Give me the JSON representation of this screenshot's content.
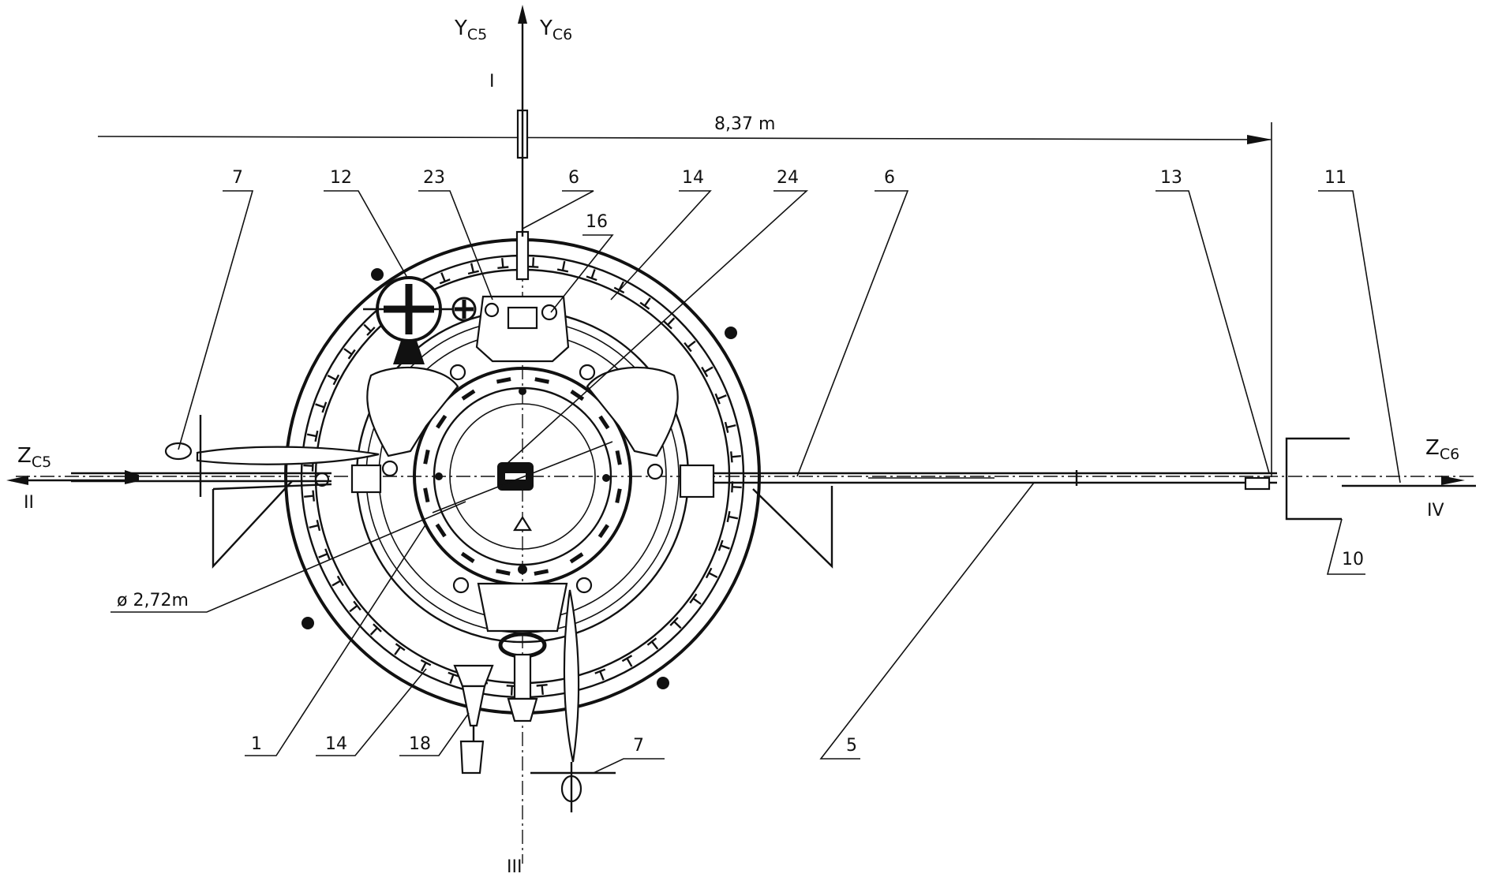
{
  "dimensions": {
    "span": "8,37 m",
    "diameter": "ø 2,72m"
  },
  "axes": {
    "y_c5": {
      "main": "Y",
      "sub": "C5"
    },
    "y_c6": {
      "main": "Y",
      "sub": "C6"
    },
    "z_c5": {
      "main": "Z",
      "sub": "C5"
    },
    "z_c6": {
      "main": "Z",
      "sub": "C6"
    }
  },
  "planes": {
    "i": "I",
    "ii": "II",
    "iii": "III",
    "iv": "IV"
  },
  "callouts": {
    "c7_top": "7",
    "c12": "12",
    "c23": "23",
    "c6_top": "6",
    "c16": "16",
    "c14_top": "14",
    "c24": "24",
    "c6_right": "6",
    "c13": "13",
    "c11": "11",
    "c10": "10",
    "c1": "1",
    "c14_bottom": "14",
    "c18": "18",
    "c7_bottom": "7",
    "c5": "5"
  }
}
